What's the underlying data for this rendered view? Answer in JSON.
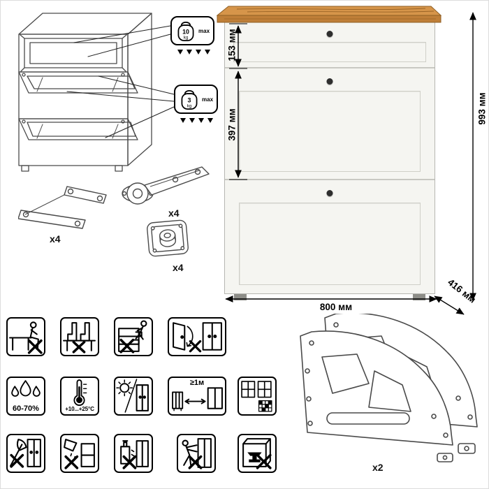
{
  "load_limits": {
    "drawer": {
      "value": "10",
      "unit": "kg",
      "note": "max"
    },
    "flap": {
      "value": "3",
      "unit": "kg",
      "note": "max"
    }
  },
  "dimensions": {
    "drawer_height": "153 мм",
    "flap_section_height": "397 мм",
    "total_height": "993 мм",
    "width": "800 мм",
    "depth": "416 мм"
  },
  "hardware": {
    "stay": "x4",
    "hinge": "x4",
    "foot": "x4",
    "side_frame": "x2"
  },
  "care_icons": [
    {
      "name": "no-sitting-icon"
    },
    {
      "name": "no-standing-icon"
    },
    {
      "name": "no-climbing-icon"
    },
    {
      "name": "door-swing-icon"
    },
    {
      "name": "humidity-icon",
      "label": "60-70%"
    },
    {
      "name": "temperature-icon",
      "label": "+10...+25°C"
    },
    {
      "name": "no-sunlight-icon"
    },
    {
      "name": "heat-distance-icon",
      "label": "≥1м"
    },
    {
      "name": "ventilation-icon"
    },
    {
      "name": "no-chopping-icon"
    },
    {
      "name": "no-spill-icon"
    },
    {
      "name": "no-solvent-icon"
    },
    {
      "name": "carry-warning-icon"
    },
    {
      "name": "no-heavy-load-icon"
    }
  ],
  "colors": {
    "wood_top": "#d6954a",
    "wood_front": "#bf7f38",
    "wood_grain": "#9a6426",
    "cabinet_body": "#f5f5f1"
  }
}
